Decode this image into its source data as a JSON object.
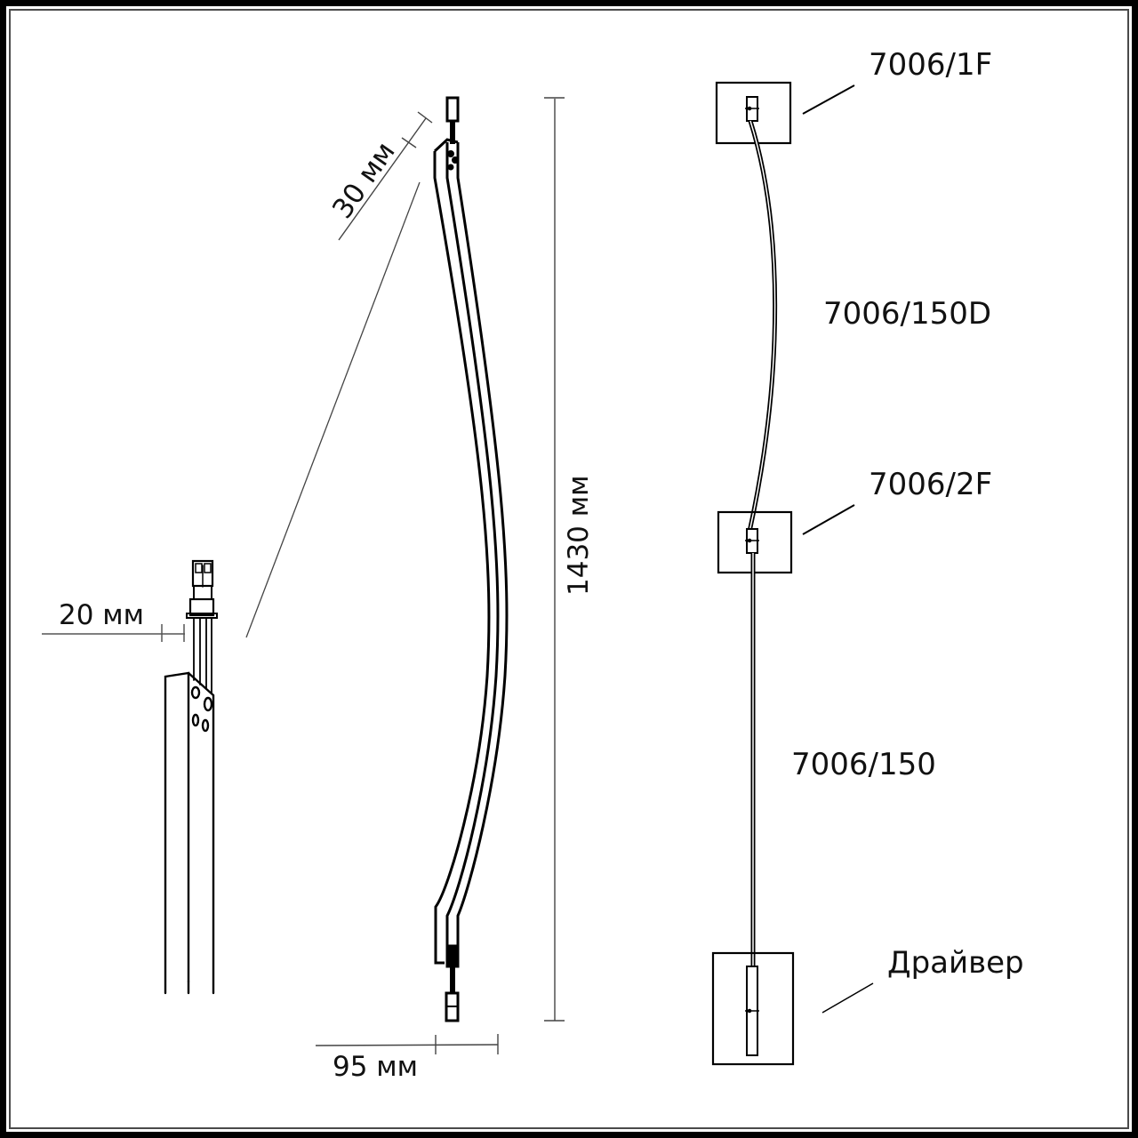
{
  "dimensions": {
    "top_connector": "30 мм",
    "detail_connector": "20 мм",
    "height": "1430 мм",
    "width": "95 мм"
  },
  "components": {
    "end_cap_top": "7006/1F",
    "curved_cable": "7006/150D",
    "middle_connector": "7006/2F",
    "straight_cable": "7006/150",
    "driver": "Драйвер"
  },
  "colors": {
    "line": "#000000",
    "dimension_line": "#555555",
    "frame": "#000000"
  }
}
